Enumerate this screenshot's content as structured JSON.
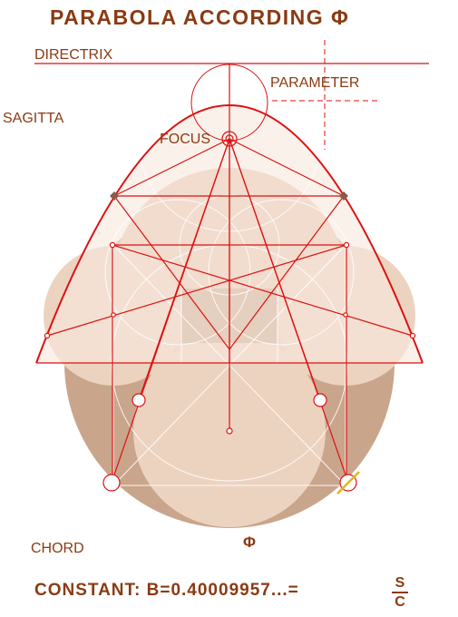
{
  "title": "PARABOLA ACCORDING Φ",
  "labels": {
    "directrix": "DIRECTRIX",
    "parameter": "PARAMETER",
    "sagitta": "SAGITTA",
    "focus": "FOCUS",
    "chord": "CHORD",
    "phi": "Φ"
  },
  "constant": {
    "text": "CONSTANT: B=0.40009957...=",
    "numerator": "S",
    "denominator": "C"
  },
  "colors": {
    "text": "#8b3a12",
    "line": "#dd1111",
    "dark_fill": "#c9a58c",
    "light_fill": "#ecd3c0",
    "veil": "#f7e8de"
  }
}
